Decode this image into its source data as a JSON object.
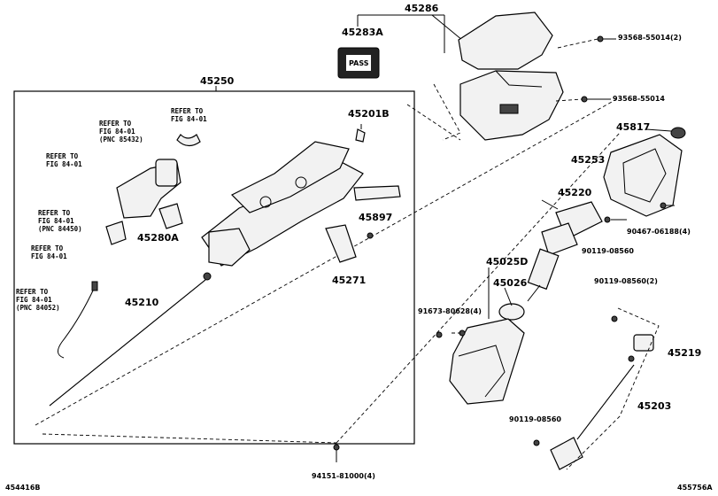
{
  "labels": {
    "p45286": "45286",
    "p45283a": "45283A",
    "p93568_55014_2": "93568-55014(2)",
    "p93568_55014": "93568-55014",
    "p45250": "45250",
    "p45201b": "45201B",
    "p45817": "45817",
    "p45253": "45253",
    "p45220": "45220",
    "p90467": "90467-06188(4)",
    "p90119_08560_a": "90119-08560",
    "p45897": "45897",
    "p45280a": "45280A",
    "p45271": "45271",
    "p45025d": "45025D",
    "p45026": "45026",
    "p91673": "91673-80628(4)",
    "p90119_08560_2": "90119-08560(2)",
    "p45219": "45219",
    "p45210": "45210",
    "p45203": "45203",
    "p90119_08560_b": "90119-08560",
    "p94151": "94151-81000(4)",
    "code_left": "454416B",
    "code_right": "455756A"
  },
  "refs": {
    "r1": "REFER TO\nFIG 84-01\n(PNC 85432)",
    "r2": "REFER TO\nFIG 84-01",
    "r3": "REFER TO\nFIG 84-01",
    "r4": "REFER TO\nFIG 84-01\n(PNC 84450)",
    "r5": "REFER TO\nFIG 84-01",
    "r6": "REFER TO\nFIG 84-01\n(PNC 84052)"
  },
  "placard_text": "PASS"
}
